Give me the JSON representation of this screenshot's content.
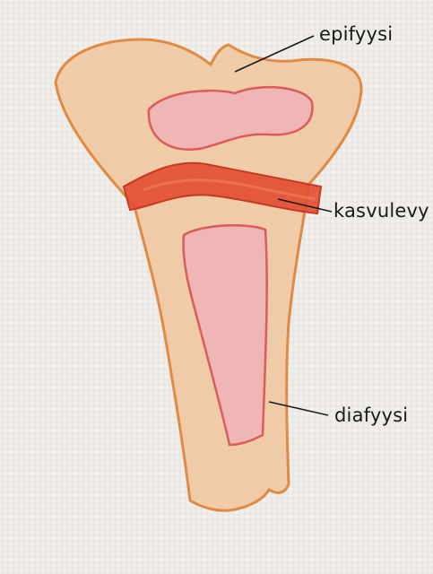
{
  "labels": {
    "epiphysis": "epifyysi",
    "growth_plate": "kasvulevy",
    "diaphysis": "diafyysi"
  },
  "colors": {
    "paper": "#f1efec",
    "bone_fill": "#efc79e",
    "bone_outline": "#e08a42",
    "marrow_fill": "#efb6b6",
    "marrow_outline": "#df5a5a",
    "growth_plate": "#e2492c",
    "leader_line": "#1a1a1a"
  }
}
